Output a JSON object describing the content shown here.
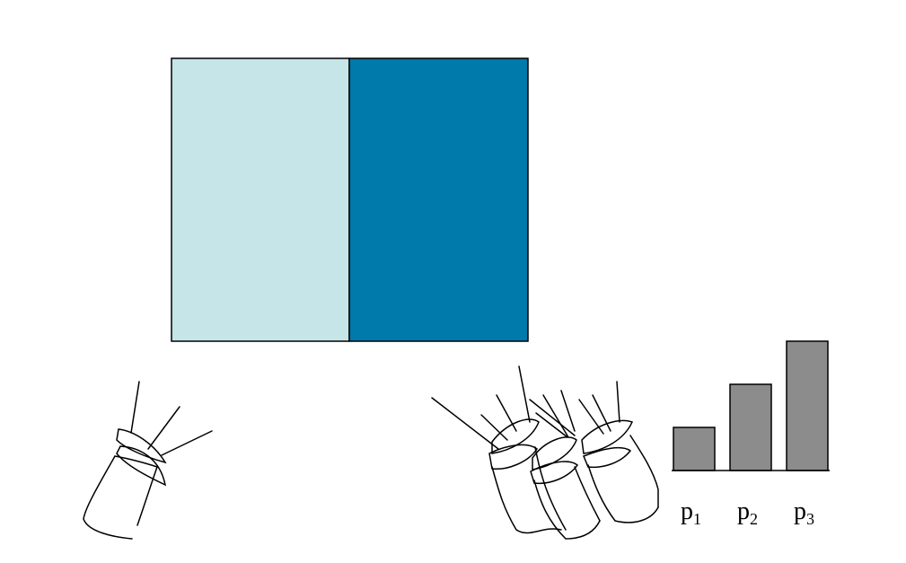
{
  "panel": {
    "left_color": "#c5e5e8",
    "right_color": "#0079ab",
    "border_color": "#000000"
  },
  "chart_data": {
    "type": "bar",
    "categories": [
      "p1",
      "p2",
      "p3"
    ],
    "values": [
      1,
      2,
      3
    ],
    "bar_color": "#8c8c8c",
    "labels": [
      {
        "base": "p",
        "sub": "1"
      },
      {
        "base": "p",
        "sub": "2"
      },
      {
        "base": "p",
        "sub": "3"
      }
    ],
    "ylim": [
      0,
      3
    ]
  },
  "icons": {
    "single_camera": "camera-sketch-icon",
    "camera_cluster": "camera-cluster-sketch-icon"
  }
}
